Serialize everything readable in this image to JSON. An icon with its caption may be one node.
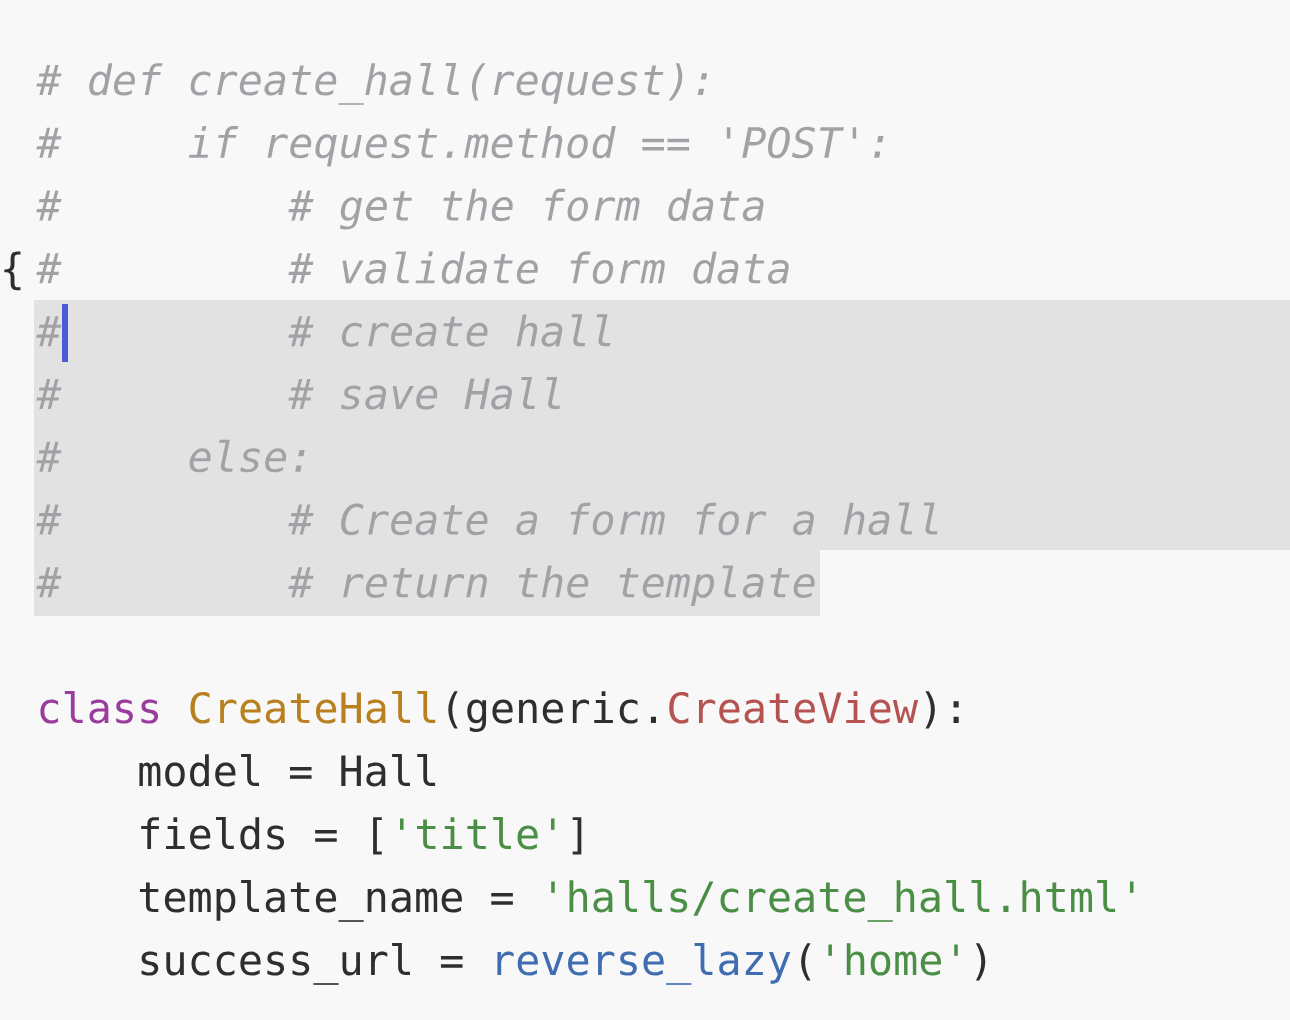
{
  "diagram": {
    "labels": [
      "{",
      "#",
      "def create_hall(request):",
      "#",
      "if request.method == 'POST':",
      "#",
      "# get the form data",
      "#",
      "# validate form data",
      "#",
      "# create hall",
      "#",
      "# save Hall",
      "#",
      "else:",
      "#",
      "# Create a form for a hall",
      "#",
      "# return the template",
      "class",
      "CreateHall",
      "(generic.",
      "CreateView",
      "):",
      "model = Hall",
      "fields = [",
      "'title'",
      "]",
      "template_name =",
      "'halls/create_hall.html'",
      "success_url =",
      "reverse_lazy",
      "(",
      "'home'",
      ")"
    ]
  }
}
